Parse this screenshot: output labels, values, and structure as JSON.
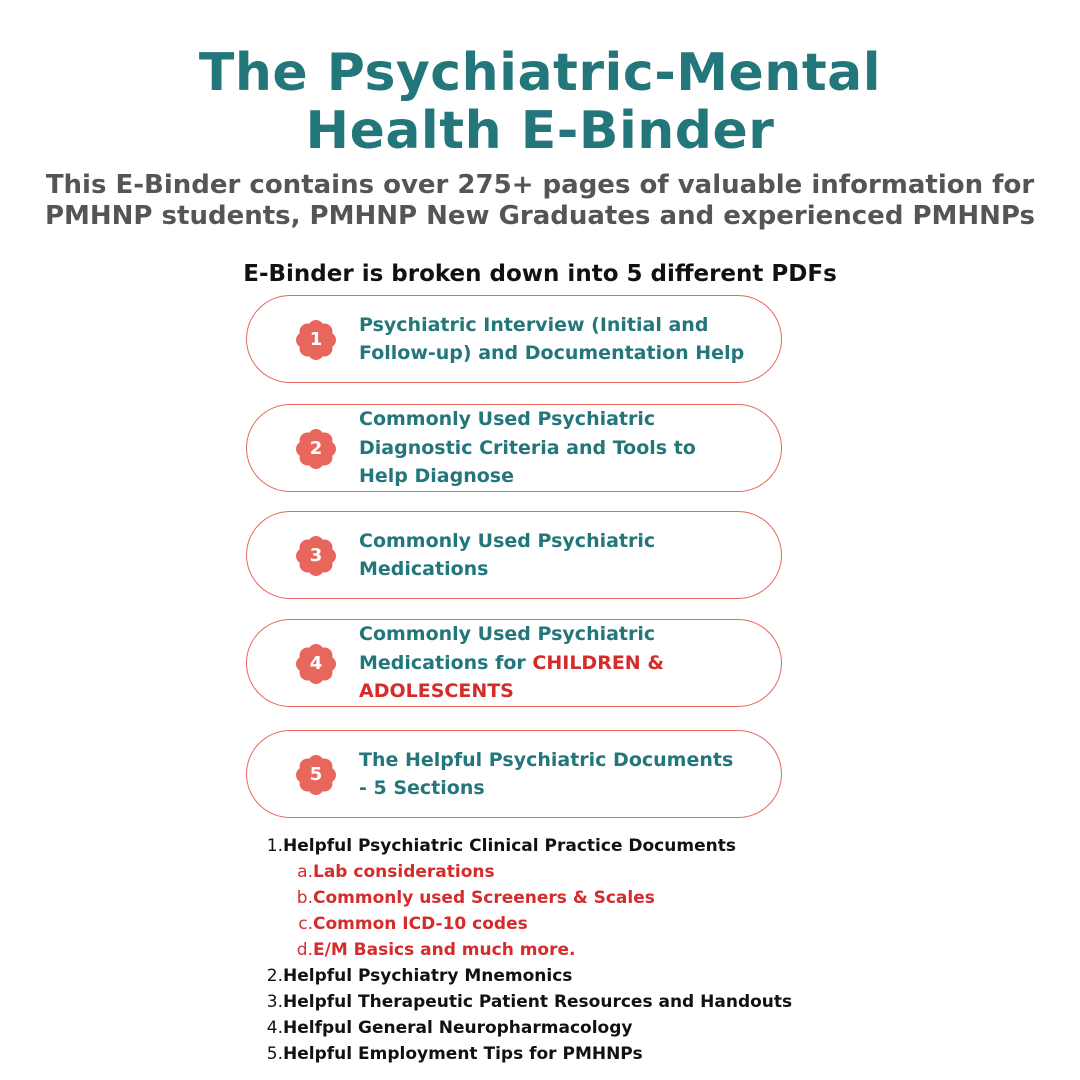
{
  "header": {
    "title_line1": "The Psychiatric-Mental",
    "title_line2": "Health E-Binder",
    "subtitle_line1": "This E-Binder contains over 275+ pages of valuable information for",
    "subtitle_line2": "PMHNP students, PMHNP New Graduates and experienced PMHNPs",
    "section_heading": "E-Binder is broken down into 5 different PDFs"
  },
  "pdfs": [
    {
      "number": "1",
      "line1": "Psychiatric Interview (Initial and",
      "line2": "Follow-up) and Documentation Help"
    },
    {
      "number": "2",
      "line1": "Commonly Used Psychiatric",
      "line2": "Diagnostic Criteria and Tools to",
      "line3": "Help Diagnose"
    },
    {
      "number": "3",
      "line1": "Commonly Used Psychiatric",
      "line2": "Medications"
    },
    {
      "number": "4",
      "line1": "Commonly Used Psychiatric",
      "line2_pre": "Medications for ",
      "line2_red": "CHILDREN &",
      "line3_red": "ADOLESCENTS"
    },
    {
      "number": "5",
      "line1": "The Helpful Psychiatric Documents",
      "line2": "- 5 Sections"
    }
  ],
  "sections": [
    {
      "marker": "1.",
      "label": "Helpful Psychiatric Clinical Practice Documents",
      "subitems": [
        {
          "marker": "a.",
          "label": "Lab considerations"
        },
        {
          "marker": "b.",
          "label": "Commonly used Screeners & Scales"
        },
        {
          "marker": "c.",
          "label": "Common ICD-10 codes"
        },
        {
          "marker": "d.",
          "label": "E/M Basics and much more."
        }
      ]
    },
    {
      "marker": "2.",
      "label": "Helpful Psychiatry Mnemonics"
    },
    {
      "marker": "3.",
      "label": "Helpful Therapeutic Patient Resources and Handouts"
    },
    {
      "marker": "4.",
      "label": "Helfpul General Neuropharmacology"
    },
    {
      "marker": "5.",
      "label": "Helpful Employment Tips for PMHNPs"
    }
  ],
  "colors": {
    "teal": "#23777b",
    "coral": "#e8675c",
    "red": "#d62b2b",
    "gray": "#555555"
  },
  "icons": {
    "badge": "flower-badge-icon"
  }
}
